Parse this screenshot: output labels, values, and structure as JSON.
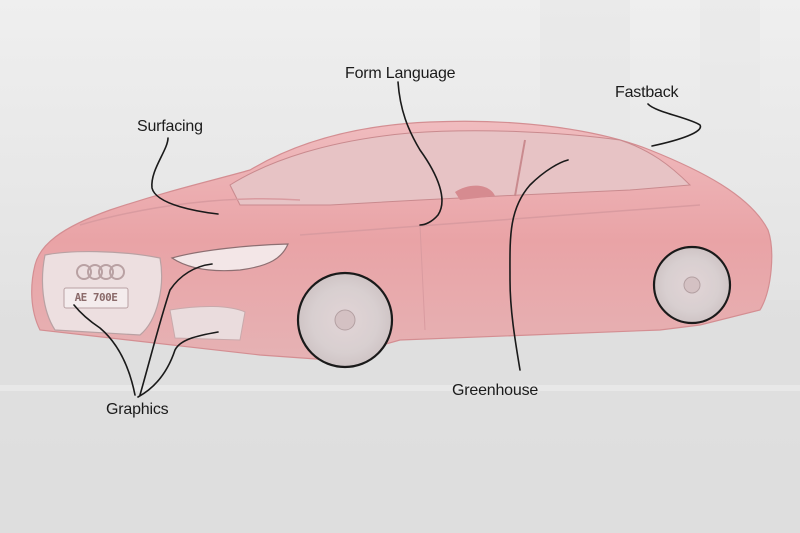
{
  "annotations": {
    "surfacing": "Surfacing",
    "form_language": "Form Language",
    "fastback": "Fastback",
    "greenhouse": "Greenhouse",
    "graphics": "Graphics"
  },
  "plate_text": "AE 700E",
  "colors": {
    "background": "#ececec",
    "car_body": "#e9a3a6",
    "car_body_light": "#f1c3c4",
    "wheel_ring": "#1a1a1a",
    "annotation_line": "#1a1a1a"
  }
}
